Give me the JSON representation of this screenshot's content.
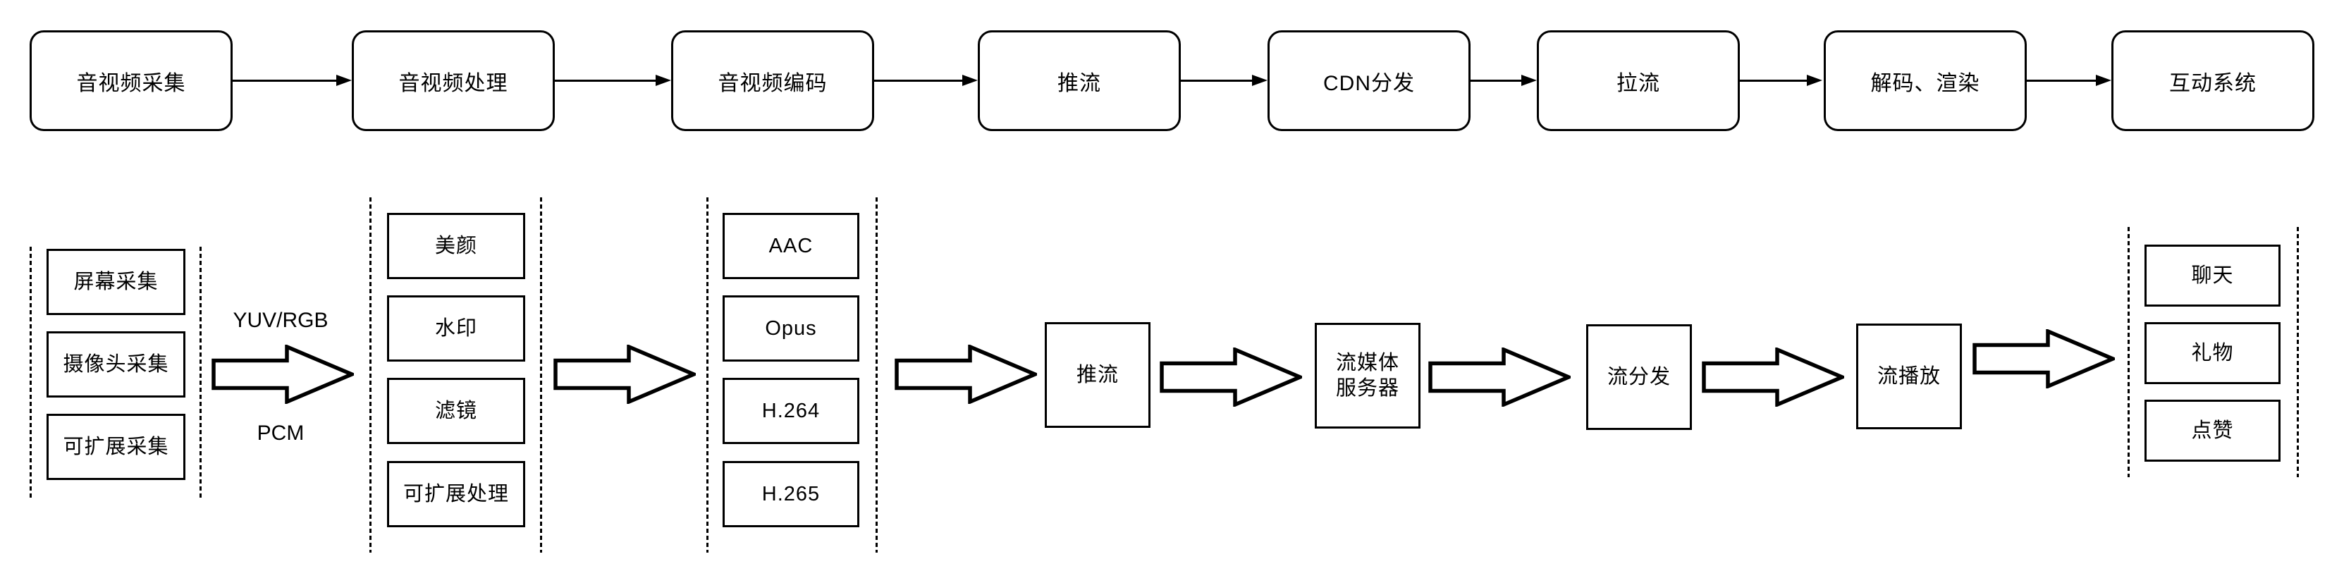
{
  "meta": {
    "background_color": "#ffffff",
    "stroke_color": "#000000",
    "text_color": "#000000"
  },
  "top_flow": {
    "steps": [
      {
        "label": "音视频采集"
      },
      {
        "label": "音视频处理"
      },
      {
        "label": "音视频编码"
      },
      {
        "label": "推流"
      },
      {
        "label": "CDN分发"
      },
      {
        "label": "拉流"
      },
      {
        "label": "解码、渲染"
      },
      {
        "label": "互动系统"
      }
    ]
  },
  "capture_group": {
    "items": [
      {
        "label": "屏幕采集"
      },
      {
        "label": "摄像头采集"
      },
      {
        "label": "可扩展采集"
      }
    ]
  },
  "capture_arrow": {
    "label_top": "YUV/RGB",
    "label_bottom": "PCM"
  },
  "process_group": {
    "items": [
      {
        "label": "美颜"
      },
      {
        "label": "水印"
      },
      {
        "label": "滤镜"
      },
      {
        "label": "可扩展处理"
      }
    ]
  },
  "codec_group": {
    "items": [
      {
        "label": "AAC"
      },
      {
        "label": "Opus"
      },
      {
        "label": "H.264"
      },
      {
        "label": "H.265"
      }
    ]
  },
  "pipeline": {
    "push": "推流",
    "media_server_line1": "流媒体",
    "media_server_line2": "服务器",
    "distribution": "流分发",
    "playback": "流播放"
  },
  "interaction_group": {
    "items": [
      {
        "label": "聊天"
      },
      {
        "label": "礼物"
      },
      {
        "label": "点赞"
      }
    ]
  }
}
